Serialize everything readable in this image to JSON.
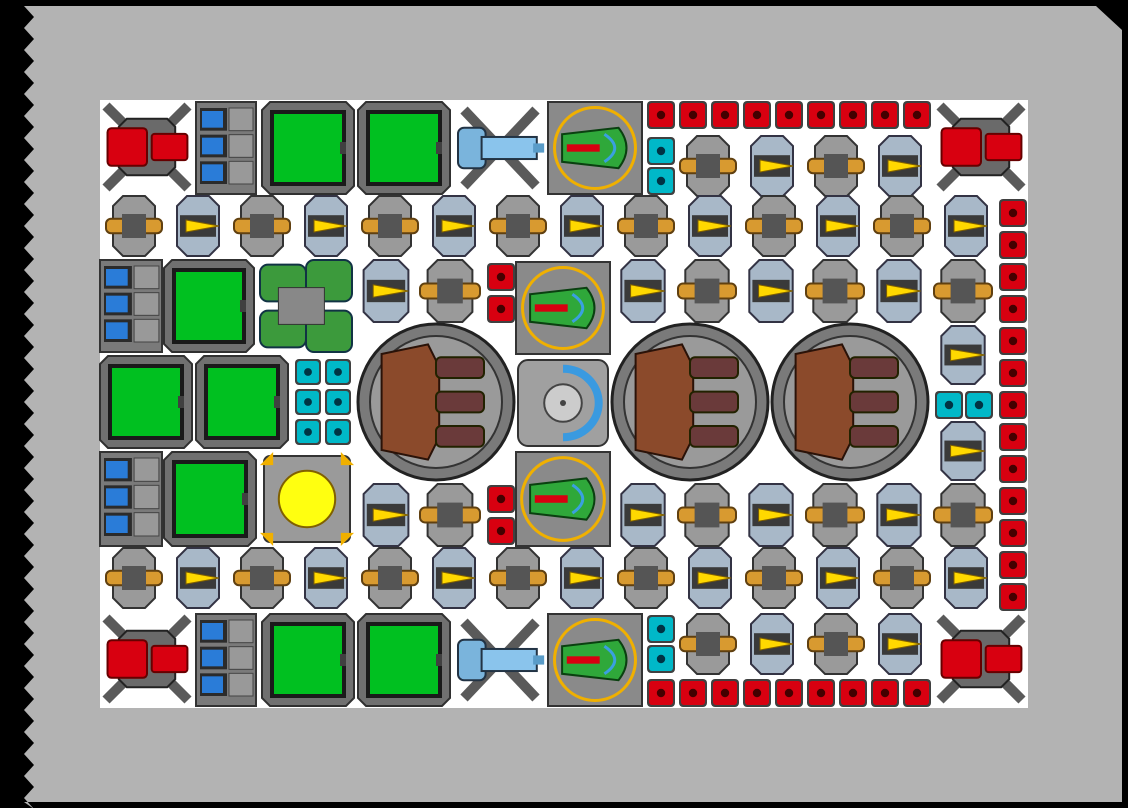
{
  "palette": {
    "frame": "#b3b3b3",
    "board": "#ffffff",
    "green_panel": "#00c020",
    "red_block": "#d80010",
    "cyan_block": "#00b8c8",
    "yellow_core": "#ffff10",
    "armor_gray": "#808080",
    "copper": "#8b4a2b",
    "blue_cell": "#2a7cd8"
  },
  "icons": [
    "corner-cannon-icon",
    "battery-stack-icon",
    "solar-panel-icon",
    "ion-engine-icon",
    "fighter-bay-icon",
    "red-armor-block-icon",
    "cyan-armor-block-icon",
    "laser-turret-icon",
    "missile-launcher-icon",
    "fuel-tank-icon",
    "reactor-core-icon",
    "triple-cannon-turret-icon",
    "shield-generator-icon"
  ],
  "ship": {
    "name": "",
    "component_types": [
      "corner-cannon",
      "battery-stack",
      "solar-panel",
      "ion-engine",
      "fighter-bay",
      "red-armor-block",
      "cyan-armor-block",
      "laser-turret",
      "missile-launcher",
      "fuel-tank",
      "reactor-core",
      "triple-cannon-turret",
      "shield-generator"
    ]
  }
}
